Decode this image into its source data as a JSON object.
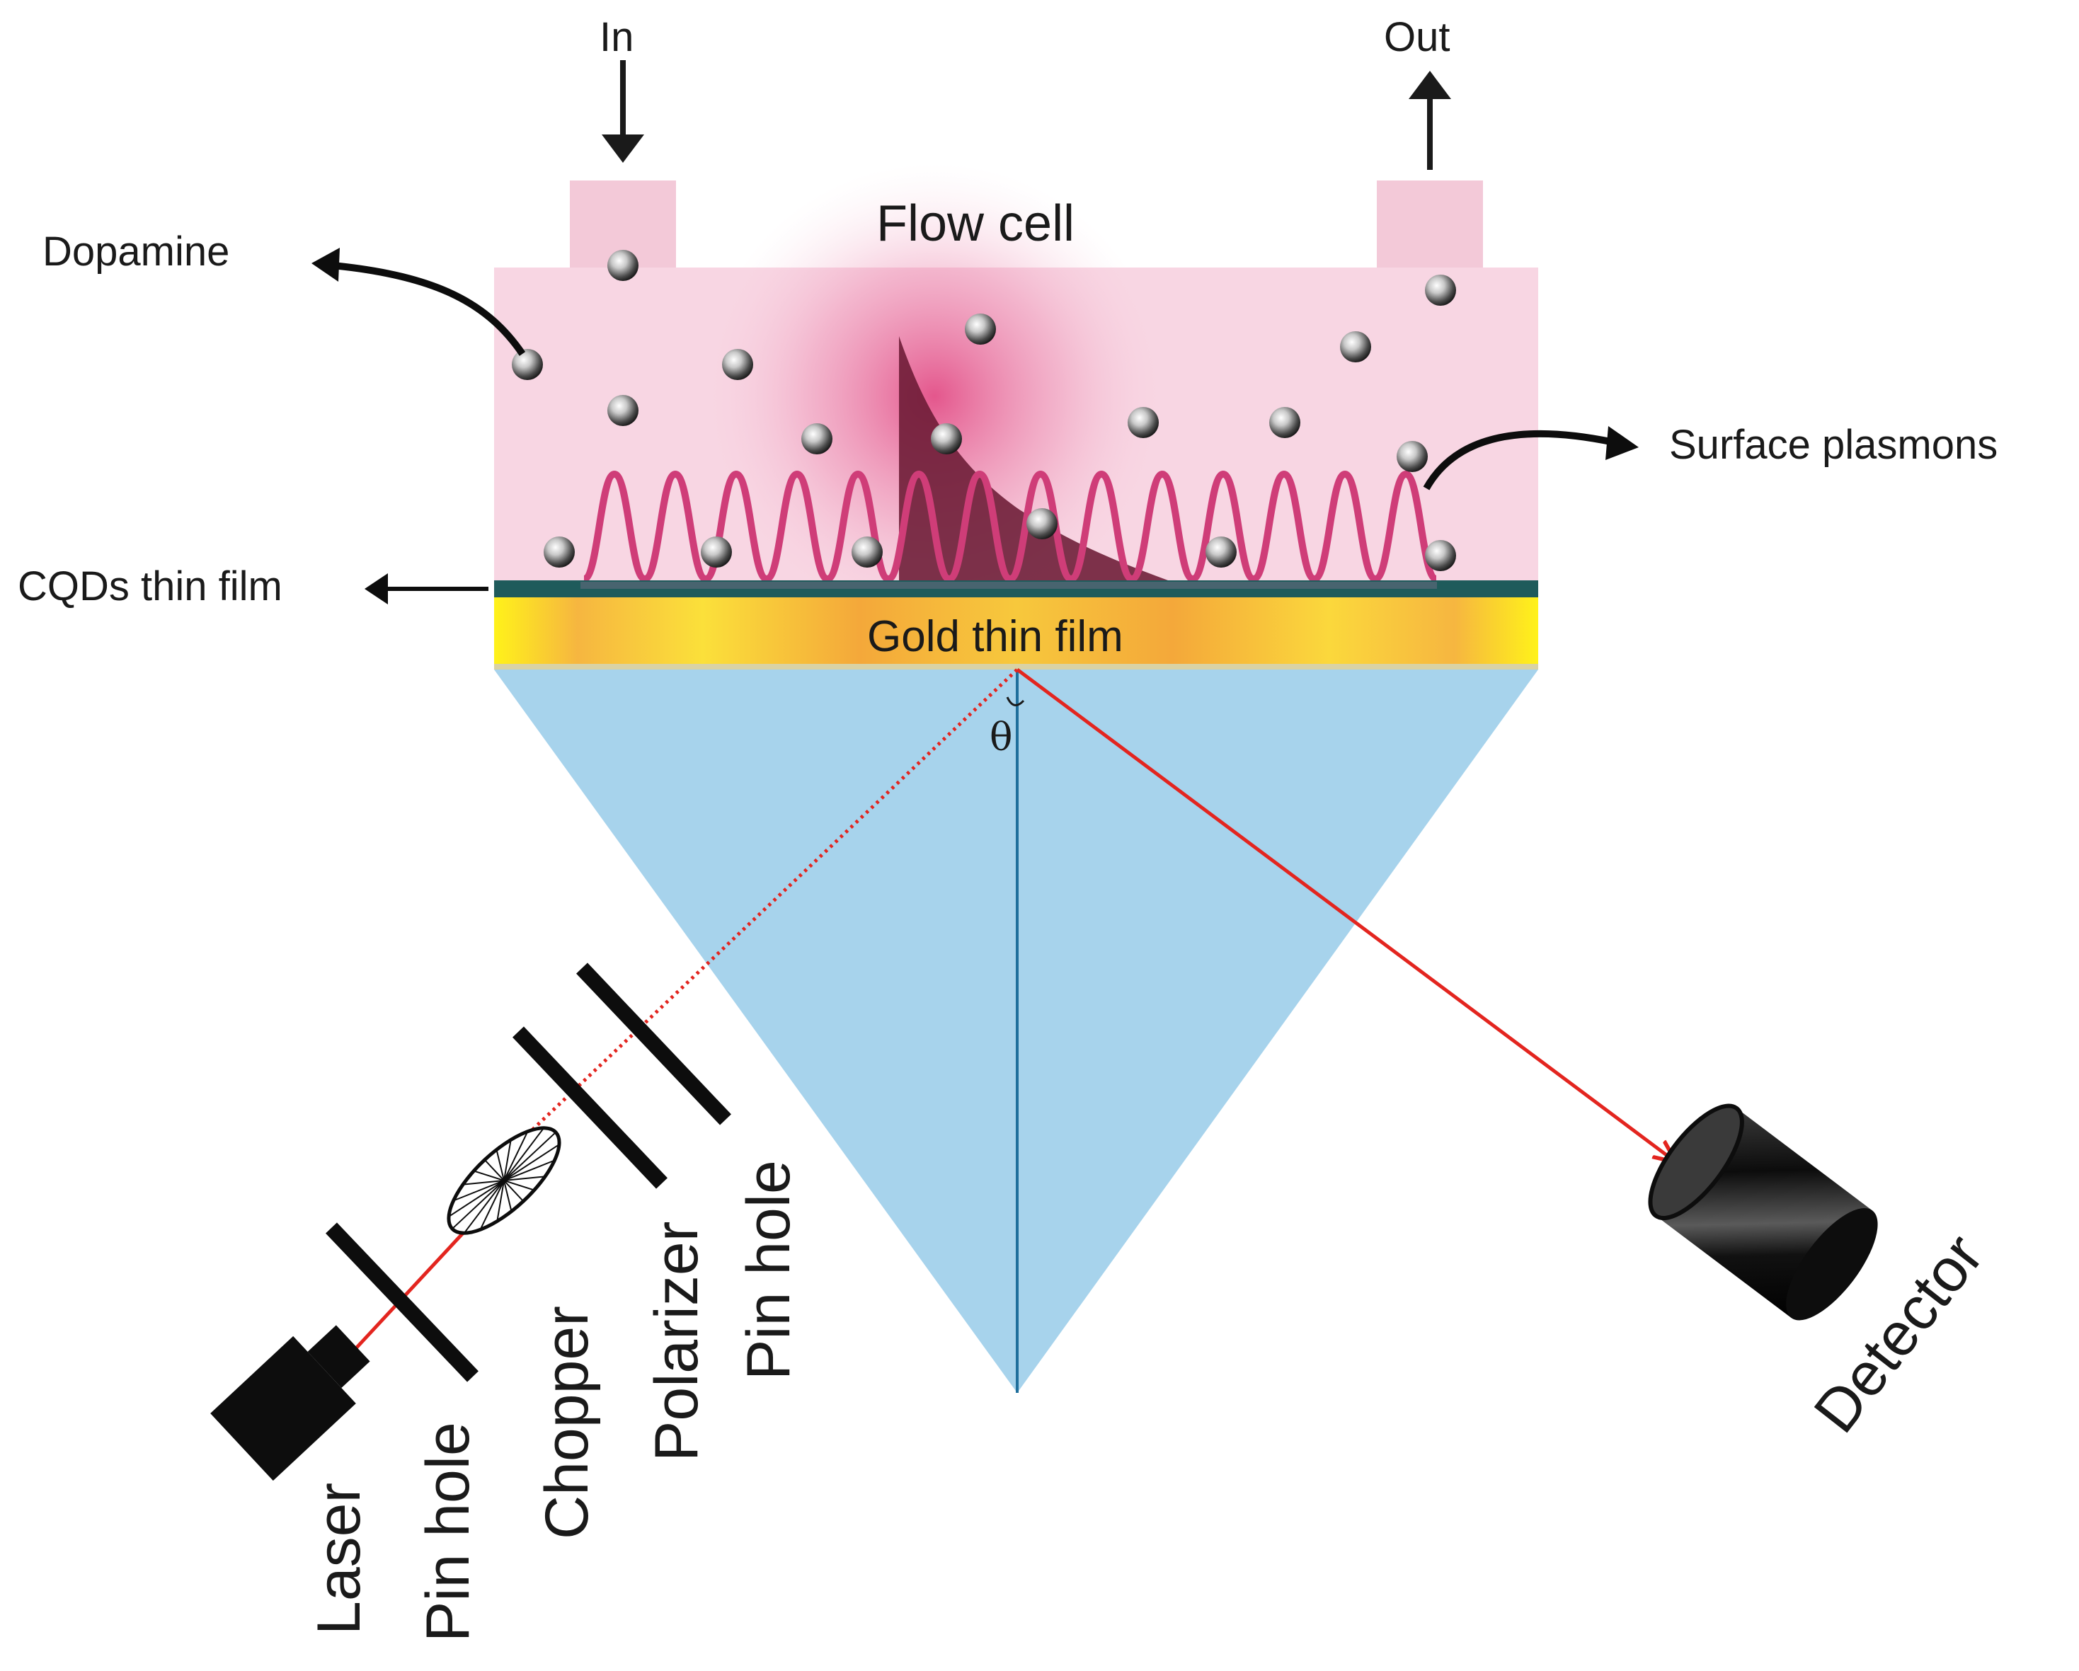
{
  "labels": {
    "inlet": "In",
    "outlet": "Out",
    "flow_cell": "Flow cell",
    "dopamine": "Dopamine",
    "surface_plasmons": "Surface plasmons",
    "cqds_film": "CQDs thin film",
    "gold_film": "Gold thin film",
    "angle": "θ",
    "laser": "Laser",
    "pin_hole_1": "Pin hole",
    "chopper": "Chopper",
    "polarizer": "Polarizer",
    "pin_hole_2": "Pin hole",
    "detector": "Detector"
  },
  "colors": {
    "flow_cell": "#f8d6e3",
    "inlet_outlet": "#f3c9d8",
    "plasmon_wave": "#cf3d78",
    "evanescent_field": "#6b1a34",
    "cqd_film": "#1f5b5b",
    "gold_film": "#fff21a",
    "gold_glow": "#f4a83a",
    "prism": "#a7d3ec",
    "laser_beam": "#e3251f",
    "device": "#0d0d0d"
  },
  "icons": {
    "dopamine_molecule": "grey-sphere-icon",
    "laser": "laser-source-icon",
    "chopper": "chopper-wheel-icon",
    "detector": "cylinder-detector-icon"
  }
}
